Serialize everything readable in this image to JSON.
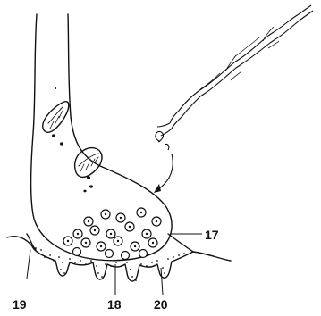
{
  "figure": {
    "labels": {
      "l17": "17",
      "l18": "18",
      "l19": "19",
      "l20": "20"
    }
  },
  "colors": {
    "ink": "#111111",
    "background": "#ffffff"
  }
}
